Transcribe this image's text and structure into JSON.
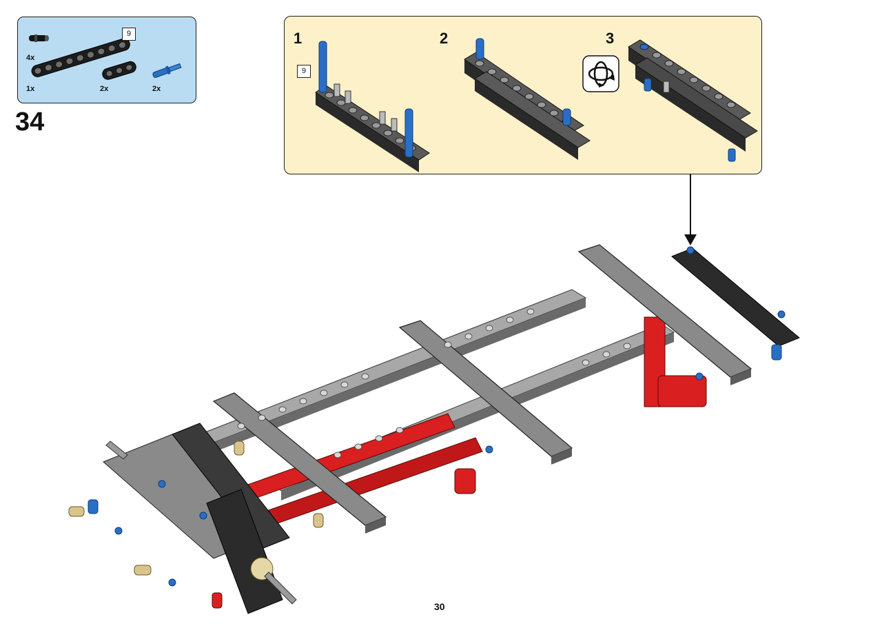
{
  "step": {
    "number": "34"
  },
  "parts_list": {
    "items": [
      {
        "qty": "4x",
        "name": "connector-pin-icon",
        "color": "#111111"
      },
      {
        "qty": "1x",
        "name": "beam-9-icon",
        "color": "#1d1d1d",
        "size_label": "9"
      },
      {
        "qty": "2x",
        "name": "beam-3-icon",
        "color": "#1d1d1d"
      },
      {
        "qty": "2x",
        "name": "axle-pin-icon",
        "color": "#2a6fc7"
      }
    ]
  },
  "sub_assembly": {
    "steps": [
      {
        "number": "1",
        "size_label": "9"
      },
      {
        "number": "2"
      },
      {
        "number": "3",
        "icon": "rotate-model-icon"
      }
    ]
  },
  "colors": {
    "parts_bg": "#b9dcf3",
    "sub_bg": "#fdf1ca",
    "dark_beam": "#2b2b2b",
    "grey_beam": "#8a8a8a",
    "light_beam": "#c4c4c4",
    "red": "#d91f1f",
    "blue": "#2a6fc7",
    "tan": "#d9c48c"
  },
  "page": {
    "number": "30"
  }
}
